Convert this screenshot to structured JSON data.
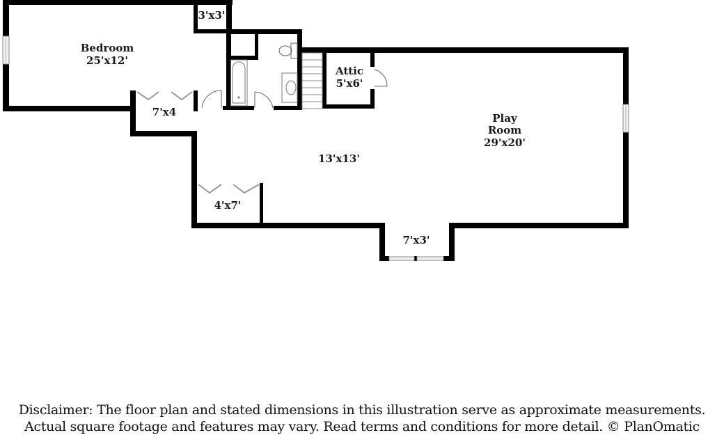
{
  "floorplan": {
    "rooms": [
      {
        "id": "bedroom",
        "name": "Bedroom",
        "dimensions": "25'x12'"
      },
      {
        "id": "closet-top",
        "name": "",
        "dimensions": "3'x3'"
      },
      {
        "id": "closet-bedroom",
        "name": "",
        "dimensions": "7'x4"
      },
      {
        "id": "attic",
        "name": "Attic",
        "dimensions": "5'x6'"
      },
      {
        "id": "play-room",
        "name": "Play Room",
        "name_line1": "Play",
        "name_line2": "Room",
        "dimensions": "29'x20'"
      },
      {
        "id": "hall",
        "name": "",
        "dimensions": "13'x13'"
      },
      {
        "id": "closet-hall",
        "name": "",
        "dimensions": "4'x7'"
      },
      {
        "id": "bay",
        "name": "",
        "dimensions": "7'x3'"
      }
    ],
    "fixtures": [
      "bathtub",
      "toilet",
      "sink",
      "stairs"
    ],
    "wall_color": "#000000",
    "background_color": "#ffffff"
  },
  "disclaimer": {
    "line1": "Disclaimer: The floor plan and stated dimensions in this illustration serve as approximate measurements.",
    "line2": "Actual square footage and features may vary. Read terms and conditions for more detail. © PlanOmatic"
  }
}
